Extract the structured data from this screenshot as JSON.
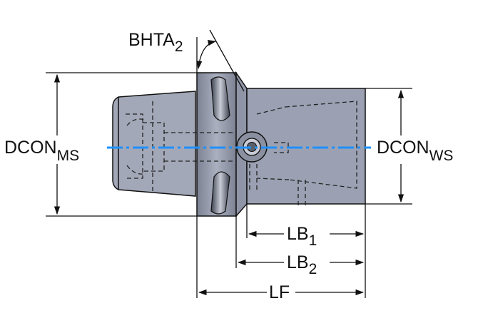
{
  "labels": {
    "bhta": {
      "main": "BHTA",
      "sub": "2"
    },
    "dcon_ms": {
      "main": "DCON",
      "sub": "MS"
    },
    "dcon_ws": {
      "main": "DCON",
      "sub": "WS"
    },
    "lb1": {
      "main": "LB",
      "sub": "1"
    },
    "lb2": {
      "main": "LB",
      "sub": "2"
    },
    "lf": {
      "main": "LF"
    }
  },
  "colors": {
    "body_fill": "#9ba1b2",
    "flange_fill": "#8f95a6",
    "taper_fill": "#a3a8b8",
    "axis_line": "#1e90ff",
    "outline": "#111111"
  }
}
